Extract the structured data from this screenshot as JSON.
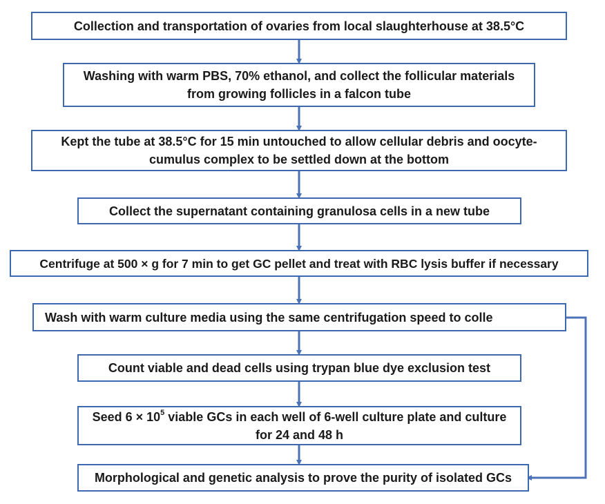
{
  "colors": {
    "box_border": "#3d68b0",
    "arrow": "#4a73b7",
    "text": "#1a1a1a",
    "background": "#ffffff"
  },
  "steps": [
    {
      "lines": [
        "Collection and transportation of ovaries from local slaughterhouse at 38.5°C"
      ]
    },
    {
      "lines": [
        "Washing with warm PBS, 70% ethanol, and collect the follicular materials",
        "from growing follicles in a falcon tube"
      ]
    },
    {
      "lines": [
        "Kept the tube at 38.5°C for 15 min untouched to allow cellular debris and oocyte-",
        "cumulus complex to be settled down at the bottom"
      ]
    },
    {
      "lines": [
        "Collect the supernatant containing granulosa cells in a new tube"
      ]
    },
    {
      "lines": [
        "Centrifuge at 500 × g for 7 min to get GC pellet and treat with RBC lysis buffer if necessary"
      ]
    },
    {
      "lines": [
        "Wash with warm culture media using the same centrifugation speed to colle"
      ]
    },
    {
      "lines": [
        "Count viable and dead cells using trypan blue dye exclusion test"
      ]
    },
    {
      "line1_before": "Seed 6 × 10",
      "line1_sup": "5",
      "line1_after": " viable GCs in each well of 6-well culture plate and culture",
      "line2": "for 24 and 48 h"
    },
    {
      "lines": [
        "Morphological and genetic analysis to prove the purity of isolated GCs"
      ]
    }
  ]
}
